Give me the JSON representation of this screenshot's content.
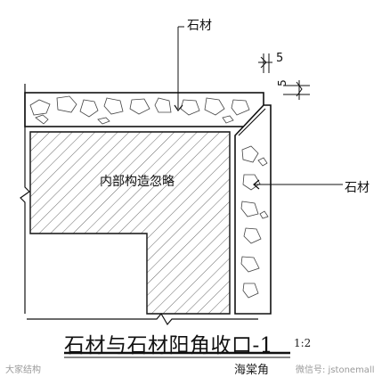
{
  "callouts": {
    "top_stone": "石材",
    "right_stone": "石材",
    "interior_note": "内部构造忽略"
  },
  "dimensions": {
    "top_gap": "5",
    "side_gap": "5"
  },
  "title": {
    "main": "石材与石材阳角收口-1",
    "scale": "1:2",
    "subtitle": "海棠角"
  },
  "watermarks": {
    "left": "大家结构",
    "right": "微信号: jstonemall"
  }
}
